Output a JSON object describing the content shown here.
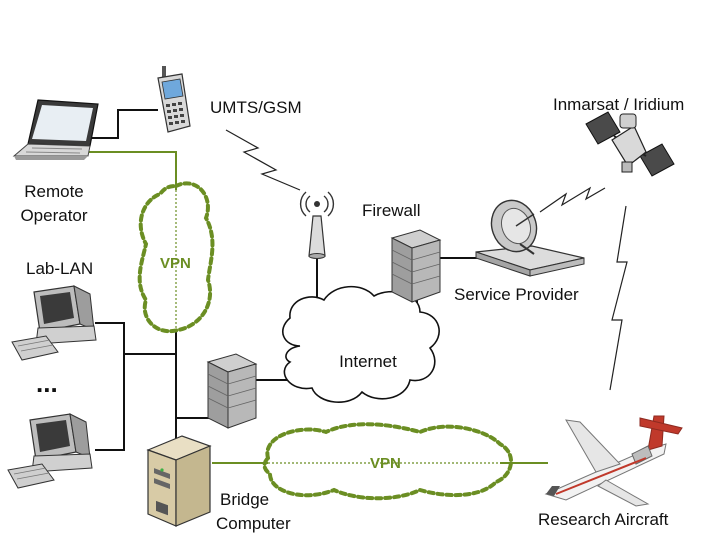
{
  "labels": {
    "remote_operator_line1": "Remote",
    "remote_operator_line2": "Operator",
    "umts_gsm": "UMTS/GSM",
    "inmarsat_iridium": "Inmarsat / Iridium",
    "firewall": "Firewall",
    "service_provider": "Service Provider",
    "lab_lan": "Lab-LAN",
    "ellipsis": "...",
    "internet": "Internet",
    "vpn_vertical": "VPN",
    "vpn_horizontal": "VPN",
    "bridge_line1": "Bridge",
    "bridge_line2": "Computer",
    "research_aircraft": "Research Aircraft"
  },
  "colors": {
    "vpn_green": "#6b8e23",
    "wire": "#111111",
    "aircraft_accent": "#c0392b"
  },
  "icons": [
    "laptop-icon",
    "cell-phone-icon",
    "cell-tower-icon",
    "satellite-icon",
    "satellite-dish-icon",
    "firewall-icon",
    "desktop-computer-icon",
    "server-icon",
    "cloud-icon",
    "aircraft-icon"
  ]
}
